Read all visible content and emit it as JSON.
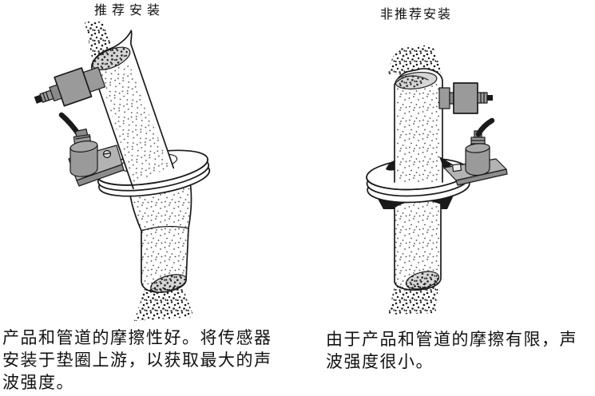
{
  "figures": {
    "recommended": {
      "title": "推荐安装",
      "caption": "产品和管道的摩擦性好。将传感器安装于垫圈上游，以获取最大的声波强度。"
    },
    "not_recommended": {
      "title": "非推荐安装",
      "caption": "由于产品和管道的摩擦有限，声波强度很小。"
    }
  },
  "colors": {
    "paper": "#ffffff",
    "text": "#111111",
    "line": "#1a1a1a",
    "sensor_gray": "#9a9a9a",
    "plate_gray": "#b3b3b3",
    "mouth_gray": "#d6d6d6"
  }
}
